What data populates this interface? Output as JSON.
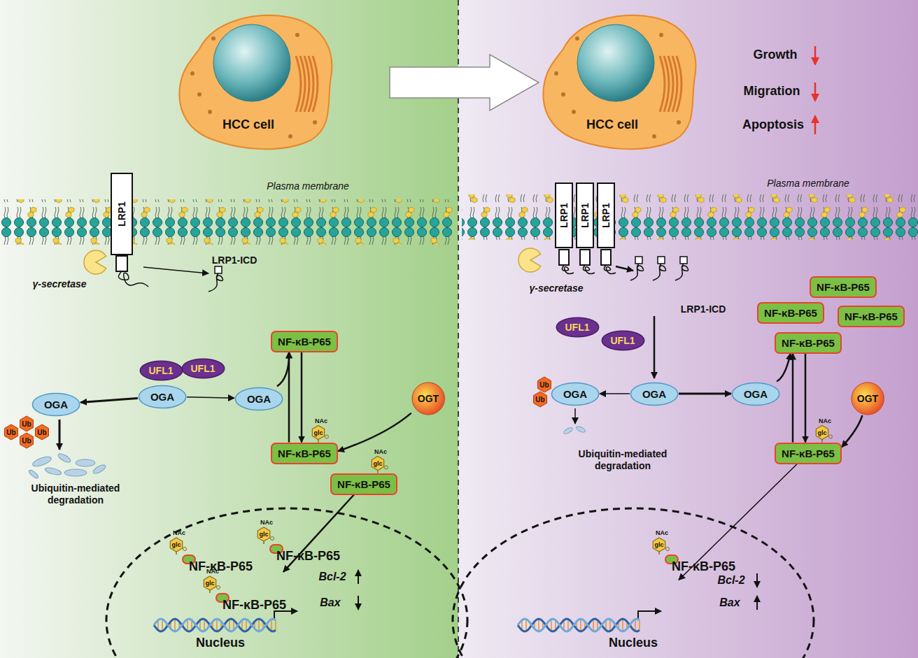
{
  "diagram": {
    "nodes": [
      {
        "text": [
          "HCC cell"
        ]
      },
      {
        "text": [
          "HCC cell"
        ]
      },
      {
        "text": [
          "LRP1"
        ]
      },
      {
        "text": [
          "LRP1"
        ]
      },
      {
        "text": [
          "LRP1"
        ]
      },
      {
        "text": [
          "LRP1"
        ]
      },
      {
        "text": [
          "NF-κB-P65"
        ]
      },
      {
        "text": [
          "NF-κB-P65"
        ]
      },
      {
        "text": [
          "NF-κB-P65"
        ]
      },
      {
        "text": [
          "NF-κB-P65"
        ]
      },
      {
        "text": [
          "NF-κB-P65"
        ]
      },
      {
        "text": [
          "UFL1"
        ]
      },
      {
        "text": [
          "UFL1"
        ]
      },
      {
        "text": [
          "UFL1"
        ]
      },
      {
        "text": [
          "UFL1"
        ]
      },
      {
        "text": [
          "OGA"
        ]
      },
      {
        "text": [
          "OGA"
        ]
      },
      {
        "text": [
          "OGA"
        ]
      },
      {
        "text": [
          "OGT"
        ]
      },
      {
        "text": [
          "OGA"
        ]
      },
      {
        "text": [
          "OGA"
        ]
      },
      {
        "text": [
          "OGA"
        ]
      },
      {
        "text": [
          "OGT"
        ]
      },
      {
        "text": [
          "NF-κB-P65"
        ]
      },
      {
        "text": [
          "NF-κB-P65"
        ]
      },
      {
        "text": [
          "NF-κB-P65"
        ]
      },
      {
        "text": [
          "Nucleus"
        ]
      },
      {
        "text": [
          "NF-κB-P65"
        ],
        "in": 26
      },
      {
        "text": [
          "NF-κB-P65"
        ],
        "in": 26
      },
      {
        "text": [
          "NF-κB-P65"
        ],
        "in": 26
      },
      {
        "text": [
          "Nucleus"
        ]
      },
      {
        "text": [
          "NF-κB-P65"
        ],
        "in": 30
      }
    ],
    "edges": [
      {
        "from": 15,
        "to": 17,
        "arrow": "to"
      },
      {
        "from": 15,
        "to": 16,
        "arrow": "to"
      },
      {
        "from": 16,
        "to": 10,
        "arrow": "to"
      },
      {
        "from": 23,
        "to": 10,
        "arrow": "to"
      },
      {
        "from": 10,
        "to": 23,
        "arrow": "to"
      },
      {
        "from": 18,
        "to": 23,
        "arrow": "to"
      },
      {
        "from": 25,
        "to": 27,
        "arrow": "to"
      },
      {
        "from": 20,
        "to": 19,
        "arrow": "to"
      },
      {
        "from": 20,
        "to": 21,
        "arrow": "to"
      },
      {
        "from": 21,
        "to": 9,
        "arrow": "to"
      },
      {
        "from": 24,
        "to": 9,
        "arrow": "to"
      },
      {
        "from": 9,
        "to": 24,
        "arrow": "to"
      },
      {
        "from": 22,
        "to": 24,
        "arrow": "to"
      },
      {
        "from": 24,
        "to": 31,
        "arrow": "to"
      }
    ],
    "labels": [
      "Plasma membrane",
      "Plasma membrane",
      "Growth",
      "Migration",
      "Apoptosis",
      "γ-secretase",
      "γ-secretase",
      "LRP1-ICD",
      "LRP1-ICD",
      "Ub",
      "Ub",
      "Ub",
      "Ub",
      "Ub",
      "Ub",
      "Ubiquitin-mediated degradation",
      "Ubiquitin-mediated degradation",
      "Bcl-2",
      "Bax",
      "Bcl-2",
      "Bax",
      "NAc",
      "glc",
      "NAc",
      "glc",
      "NAc",
      "glc",
      "NAc",
      "glc",
      "NAc",
      "glc",
      "NAc",
      "glc",
      "NAc",
      "glc"
    ]
  }
}
